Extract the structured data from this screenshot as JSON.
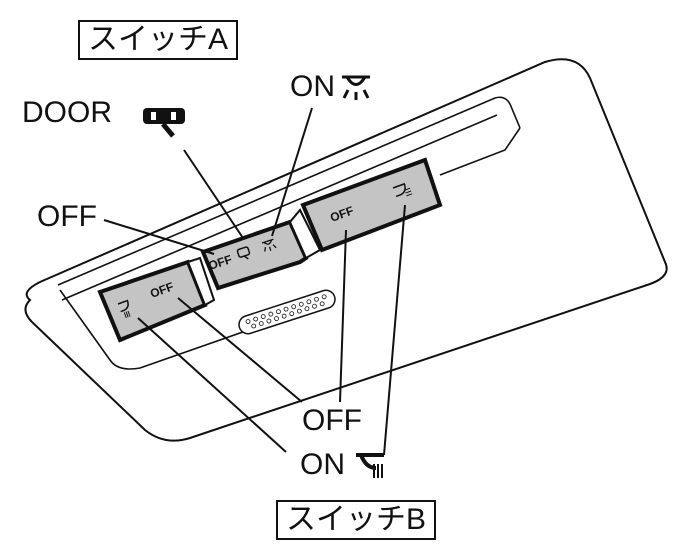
{
  "title_a": "スイッチA",
  "title_b": "スイッチB",
  "labels": {
    "door": "DOOR",
    "on_a": "ON",
    "off_a": "OFF",
    "off_b": "OFF",
    "on_b": "ON"
  },
  "switch_text": {
    "a_off": "OFF",
    "b_left_off": "OFF",
    "b_right_off": "OFF"
  },
  "colors": {
    "switch_fill": "#c4c4c4",
    "line": "#111111"
  }
}
